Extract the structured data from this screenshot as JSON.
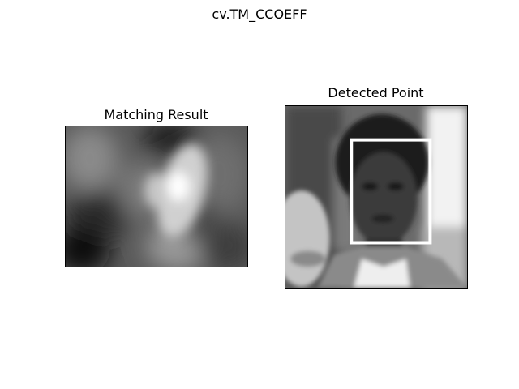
{
  "figure": {
    "suptitle": "cv.TM_CCOEFF"
  },
  "panels": {
    "matching_result": {
      "title": "Matching Result",
      "colormap": "gray",
      "peak_brightness": 1.0
    },
    "detected_point": {
      "title": "Detected Point",
      "rectangle_color": "#ffffff",
      "image_type": "grayscale photo"
    }
  },
  "colors": {
    "background": "#ffffff",
    "axes_border": "#000000",
    "detection_box": "#ffffff"
  }
}
